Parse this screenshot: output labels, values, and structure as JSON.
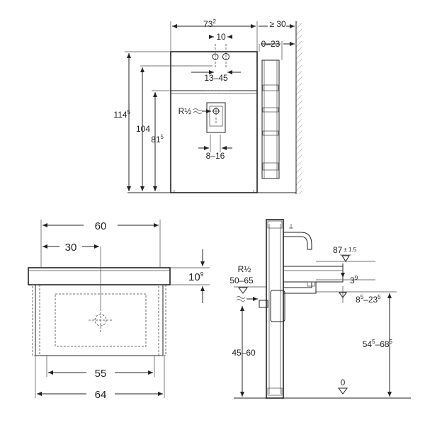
{
  "front": {
    "width": "73",
    "width_sup": "2",
    "wall_gap": "≥ 30",
    "depth_range": "0–23",
    "tap_spacing": "10",
    "tap_range": "13–45",
    "pipe_label": "R½",
    "outlet_range": "8–16",
    "h_total": "114",
    "h_total_sup": "5",
    "h_104": "104",
    "h_81": "81",
    "h_81_sup": "5"
  },
  "basin": {
    "width_60": "60",
    "width_30": "30",
    "height": "10",
    "height_sup": "9",
    "inner_55": "55",
    "outer_64": "64"
  },
  "side": {
    "level_87": "87",
    "level_87_tol": "± 1.5",
    "pipe_label": "R½",
    "pipe_range": "50–65",
    "val_3": "3",
    "val_3_sup": "9",
    "range_8_a": "8",
    "range_8_a_sup": "5",
    "range_8_b": "–23",
    "range_8_b_sup": "5",
    "range_45": "45–60",
    "range_54_a": "54",
    "range_54_a_sup": "5",
    "range_54_b": "–68",
    "range_54_b_sup": "5",
    "floor": "0"
  }
}
